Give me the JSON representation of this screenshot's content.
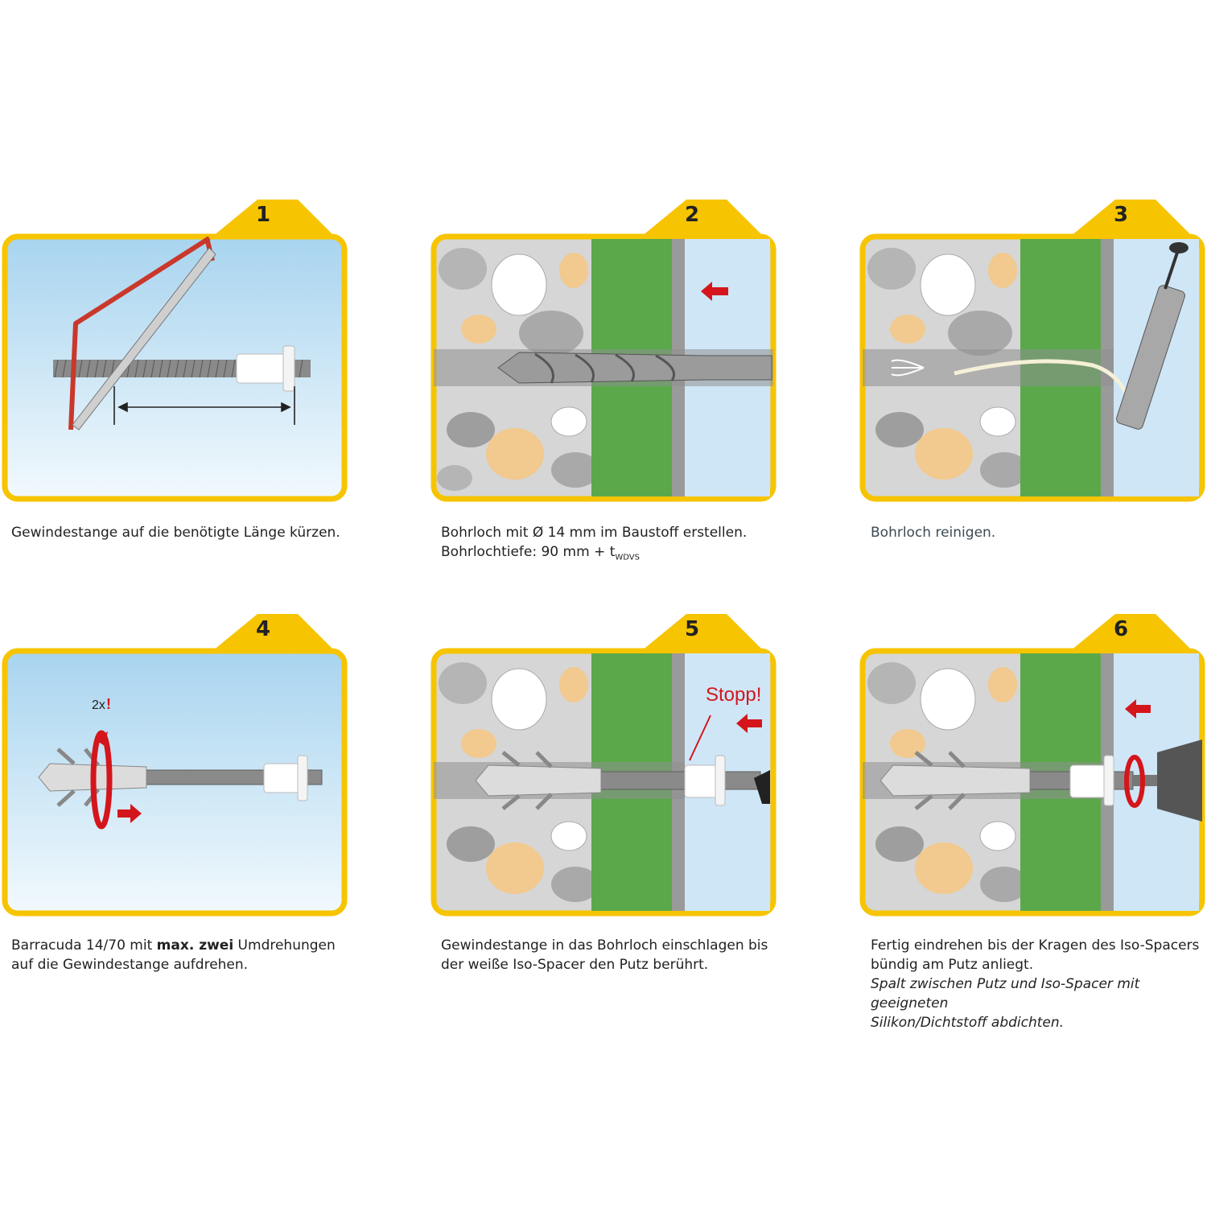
{
  "steps": [
    {
      "number": "1",
      "caption": "Gewindestange auf die benötigte Länge kürzen."
    },
    {
      "number": "2",
      "caption_line1": "Bohrloch mit Ø 14 mm im Baustoff erstellen.",
      "caption_line2_prefix": "Bohrlochtiefe: 90 mm + t",
      "caption_line2_sub": "WDVS"
    },
    {
      "number": "3",
      "caption": "Bohrloch reinigen."
    },
    {
      "number": "4",
      "caption_pre": "Barracuda 14/70 mit ",
      "caption_bold": "max. zwei",
      "caption_post": " Umdrehungen",
      "caption_line2": "auf die Gewindestange aufdrehen.",
      "label_2x": "2x",
      "label_excl": "!"
    },
    {
      "number": "5",
      "caption_line1": "Gewindestange in das Bohrloch einschlagen bis",
      "caption_line2": "der weiße Iso-Spacer den Putz berührt.",
      "label_stopp": "Stopp!"
    },
    {
      "number": "6",
      "caption_line1": "Fertig eindrehen bis der Kragen des Iso-Spacers",
      "caption_line2": "bündig am Putz anliegt.",
      "caption_italic1": "Spalt zwischen Putz und Iso-Spacer mit geeigneten",
      "caption_italic2": "Silikon/Dichtstoff abdichten."
    }
  ],
  "colors": {
    "frame": "#f6c400",
    "sky_top": "#a8d4ef",
    "sky_bottom": "#eef7fc",
    "insulation": "#5aa84a",
    "arrow": "#d4161c",
    "stone_bg": "#d6d6d6"
  }
}
